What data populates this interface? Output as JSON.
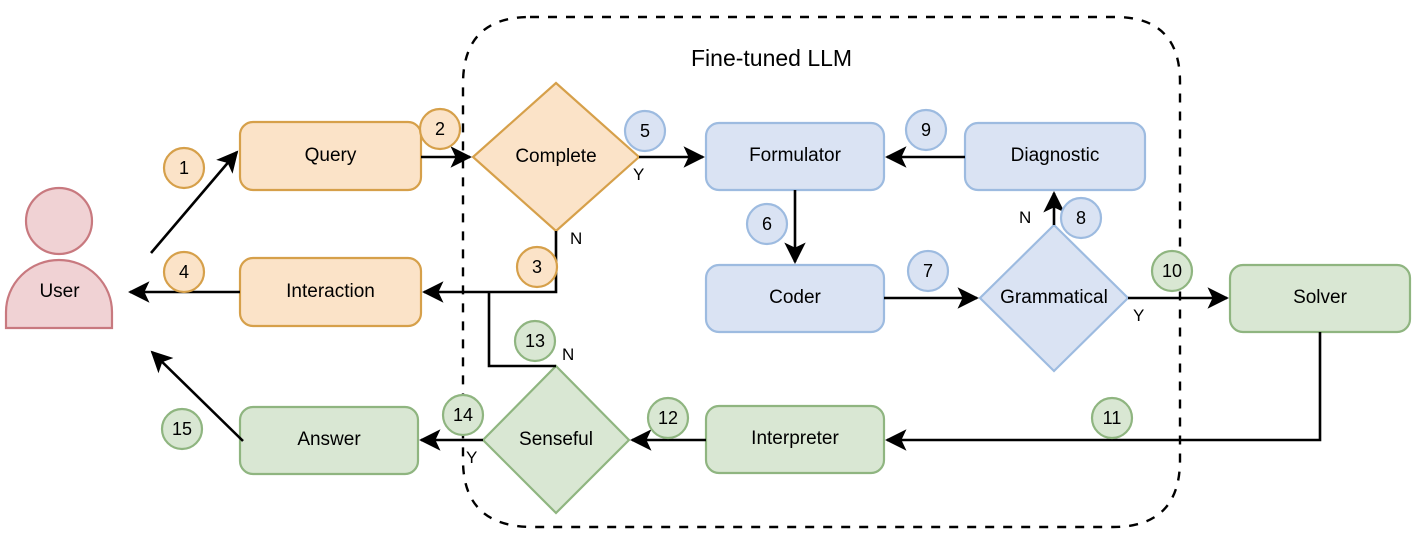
{
  "diagram": {
    "title": "Fine-tuned LLM",
    "type": "flowchart",
    "boundary": {
      "label": "Fine-tuned LLM",
      "style": "dashed-rounded-rectangle"
    },
    "palette": {
      "orange_fill": "#fbe3c8",
      "orange_stroke": "#d6a04a",
      "blue_fill": "#dae3f3",
      "blue_stroke": "#9dbbe0",
      "green_fill": "#d9e7d3",
      "green_stroke": "#8fb580",
      "pink_fill": "#f0d2d4",
      "pink_stroke": "#c8797f",
      "edge": "#000000"
    },
    "nodes": [
      {
        "id": "user",
        "label": "User",
        "shape": "actor",
        "color": "pink"
      },
      {
        "id": "query",
        "label": "Query",
        "shape": "rounded-rect",
        "color": "orange"
      },
      {
        "id": "interaction",
        "label": "Interaction",
        "shape": "rounded-rect",
        "color": "orange"
      },
      {
        "id": "complete",
        "label": "Complete",
        "shape": "diamond",
        "color": "orange"
      },
      {
        "id": "formulator",
        "label": "Formulator",
        "shape": "rounded-rect",
        "color": "blue"
      },
      {
        "id": "diagnostic",
        "label": "Diagnostic",
        "shape": "rounded-rect",
        "color": "blue"
      },
      {
        "id": "coder",
        "label": "Coder",
        "shape": "rounded-rect",
        "color": "blue"
      },
      {
        "id": "grammatical",
        "label": "Grammatical",
        "shape": "diamond",
        "color": "blue"
      },
      {
        "id": "solver",
        "label": "Solver",
        "shape": "rounded-rect",
        "color": "green"
      },
      {
        "id": "interpreter",
        "label": "Interpreter",
        "shape": "rounded-rect",
        "color": "green"
      },
      {
        "id": "senseful",
        "label": "Senseful",
        "shape": "diamond",
        "color": "green"
      },
      {
        "id": "answer",
        "label": "Answer",
        "shape": "rounded-rect",
        "color": "green"
      }
    ],
    "edge_badges": [
      {
        "n": "1",
        "color": "orange",
        "from": "user",
        "to": "query"
      },
      {
        "n": "2",
        "color": "orange",
        "from": "query",
        "to": "complete"
      },
      {
        "n": "3",
        "color": "orange",
        "from": "complete",
        "to": "interaction",
        "condition": "N"
      },
      {
        "n": "4",
        "color": "orange",
        "from": "interaction",
        "to": "user"
      },
      {
        "n": "5",
        "color": "blue",
        "from": "complete",
        "to": "formulator",
        "condition": "Y"
      },
      {
        "n": "6",
        "color": "blue",
        "from": "formulator",
        "to": "coder"
      },
      {
        "n": "7",
        "color": "blue",
        "from": "coder",
        "to": "grammatical"
      },
      {
        "n": "8",
        "color": "blue",
        "from": "grammatical",
        "to": "diagnostic",
        "condition": "N"
      },
      {
        "n": "9",
        "color": "blue",
        "from": "diagnostic",
        "to": "formulator"
      },
      {
        "n": "10",
        "color": "green",
        "from": "grammatical",
        "to": "solver",
        "condition": "Y"
      },
      {
        "n": "11",
        "color": "green",
        "from": "solver",
        "to": "interpreter"
      },
      {
        "n": "12",
        "color": "green",
        "from": "interpreter",
        "to": "senseful"
      },
      {
        "n": "13",
        "color": "green",
        "from": "senseful",
        "to": "interaction",
        "condition": "N"
      },
      {
        "n": "14",
        "color": "green",
        "from": "senseful",
        "to": "answer",
        "condition": "Y"
      },
      {
        "n": "15",
        "color": "green",
        "from": "answer",
        "to": "user"
      }
    ],
    "condition_labels": [
      {
        "id": "complete-y",
        "text": "Y"
      },
      {
        "id": "complete-n",
        "text": "N"
      },
      {
        "id": "grammatical-y",
        "text": "Y"
      },
      {
        "id": "grammatical-n",
        "text": "N"
      },
      {
        "id": "senseful-y",
        "text": "Y"
      },
      {
        "id": "senseful-n",
        "text": "N"
      }
    ]
  }
}
